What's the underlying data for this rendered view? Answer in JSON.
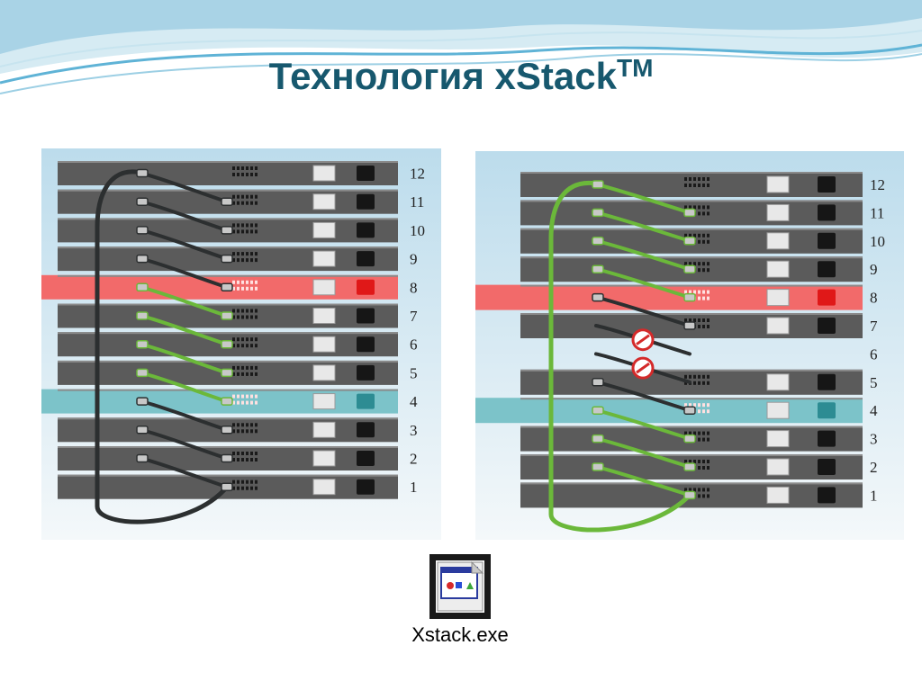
{
  "slide": {
    "title": "Технология xStack",
    "title_mark": "TM"
  },
  "diagram_left": {
    "unit_numbers": [
      "12",
      "11",
      "10",
      "9",
      "8",
      "7",
      "6",
      "5",
      "4",
      "3",
      "2",
      "1"
    ],
    "highlight": {
      "8": "red",
      "4": "teal"
    },
    "links": [
      {
        "from": "12",
        "to": "11",
        "color": "dark"
      },
      {
        "from": "11",
        "to": "10",
        "color": "dark"
      },
      {
        "from": "10",
        "to": "9",
        "color": "dark"
      },
      {
        "from": "9",
        "to": "8",
        "color": "dark"
      },
      {
        "from": "8",
        "to": "7",
        "color": "green"
      },
      {
        "from": "7",
        "to": "6",
        "color": "green"
      },
      {
        "from": "6",
        "to": "5",
        "color": "green"
      },
      {
        "from": "5",
        "to": "4",
        "color": "green"
      },
      {
        "from": "4",
        "to": "3",
        "color": "dark"
      },
      {
        "from": "3",
        "to": "2",
        "color": "dark"
      },
      {
        "from": "2",
        "to": "1",
        "color": "dark"
      }
    ],
    "ring_color": "dark"
  },
  "diagram_right": {
    "unit_numbers": [
      "12",
      "11",
      "10",
      "9",
      "8",
      "7",
      "6",
      "5",
      "4",
      "3",
      "2",
      "1"
    ],
    "missing_unit": "6",
    "highlight": {
      "8": "red",
      "4": "teal"
    },
    "links": [
      {
        "from": "12",
        "to": "11",
        "color": "green"
      },
      {
        "from": "11",
        "to": "10",
        "color": "green"
      },
      {
        "from": "10",
        "to": "9",
        "color": "green"
      },
      {
        "from": "9",
        "to": "8",
        "color": "green"
      },
      {
        "from": "8",
        "to": "7",
        "color": "dark"
      },
      {
        "from": "5",
        "to": "4",
        "color": "dark"
      },
      {
        "from": "4",
        "to": "3",
        "color": "green"
      },
      {
        "from": "3",
        "to": "2",
        "color": "green"
      },
      {
        "from": "2",
        "to": "1",
        "color": "green"
      }
    ],
    "broken_links": [
      {
        "from": "7",
        "to": "6"
      },
      {
        "from": "6",
        "to": "5"
      }
    ],
    "ring_color": "green"
  },
  "colors": {
    "title": "#17586e",
    "panel_top": "#bcdcec",
    "panel_bottom": "#f4f8fa",
    "switch_body": "#5b5b5b",
    "red_unit": "#f26a6a",
    "teal_unit": "#7cc3c9",
    "cable_dark": "#2c2f30",
    "cable_green": "#6bb83a"
  },
  "file": {
    "icon": "application-window-icon",
    "name": "Xstack.exe"
  }
}
